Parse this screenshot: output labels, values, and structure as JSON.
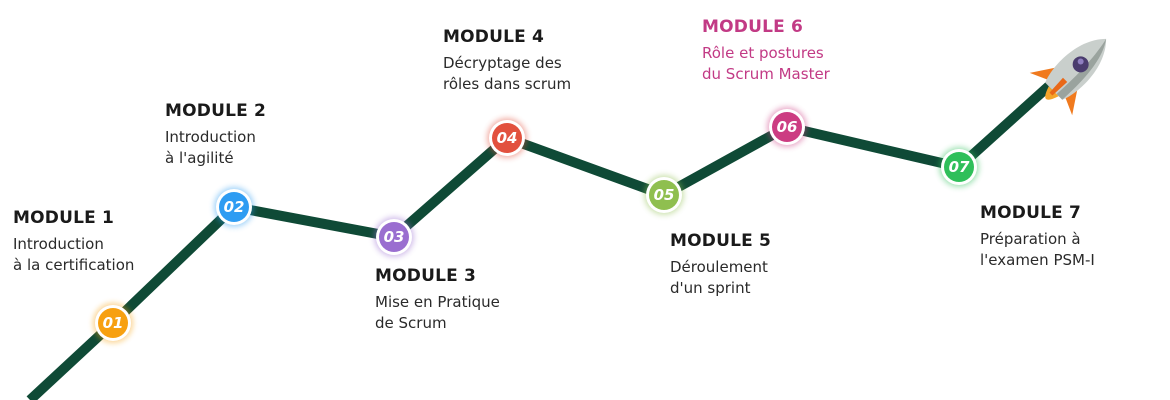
{
  "colors": {
    "path": "#0f4a36",
    "highlight": "#c23a85"
  },
  "modules": [
    {
      "number": "01",
      "title": "MODULE 1",
      "desc": "Introduction\nà la certification",
      "color": "#f7a011"
    },
    {
      "number": "02",
      "title": "MODULE 2",
      "desc": "Introduction\nà l'agilité",
      "color": "#2e9cf2"
    },
    {
      "number": "03",
      "title": "MODULE 3",
      "desc": "Mise en Pratique\nde Scrum",
      "color": "#9a6ed0"
    },
    {
      "number": "04",
      "title": "MODULE 4",
      "desc": "Décryptage des\nrôles dans scrum",
      "color": "#e2513e"
    },
    {
      "number": "05",
      "title": "MODULE 5",
      "desc": "Déroulement\nd'un sprint",
      "color": "#8fbf4f"
    },
    {
      "number": "06",
      "title": "MODULE 6",
      "desc": "Rôle et postures\ndu Scrum Master",
      "color": "#cc3d82",
      "highlight": true
    },
    {
      "number": "07",
      "title": "MODULE 7",
      "desc": "Préparation à\nl'examen PSM-I",
      "color": "#2fbf5a"
    }
  ],
  "icons": {
    "end": "rocket-icon"
  }
}
